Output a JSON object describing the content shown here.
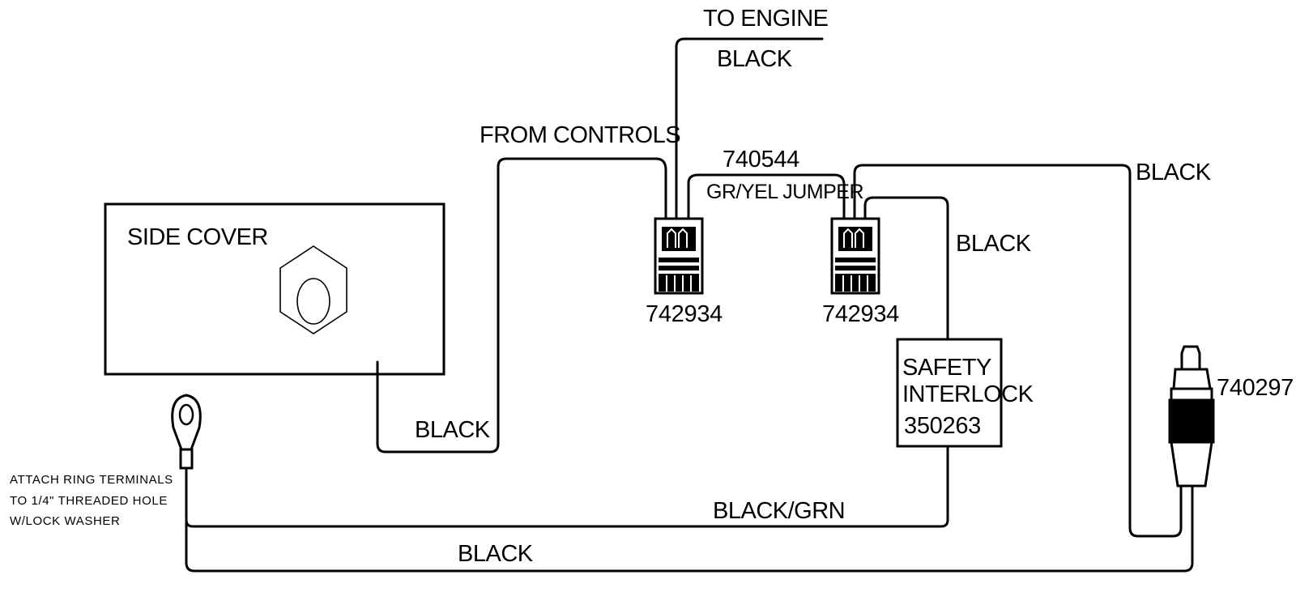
{
  "labels": {
    "to_engine": "TO ENGINE",
    "black_engine": "BLACK",
    "from_controls": "FROM CONTROLS",
    "jumper_part": "740544",
    "jumper_desc": "GR/YEL JUMPER",
    "black_top_right": "BLACK",
    "black_interlock": "BLACK",
    "side_cover": "SIDE COVER",
    "connector_left": "742934",
    "connector_right": "742934",
    "safety_line1": "SAFETY",
    "safety_line2": "INTERLOCK",
    "safety_line3": "350263",
    "spark_part": "740297",
    "black_side": "BLACK",
    "black_grn": "BLACK/GRN",
    "black_bottom": "BLACK",
    "note_line1": "ATTACH RING TERMINALS",
    "note_line2": "TO 1/4\" THREADED HOLE",
    "note_line3": "W/LOCK WASHER"
  },
  "colors": {
    "ink": "#000000",
    "paper": "#ffffff"
  }
}
